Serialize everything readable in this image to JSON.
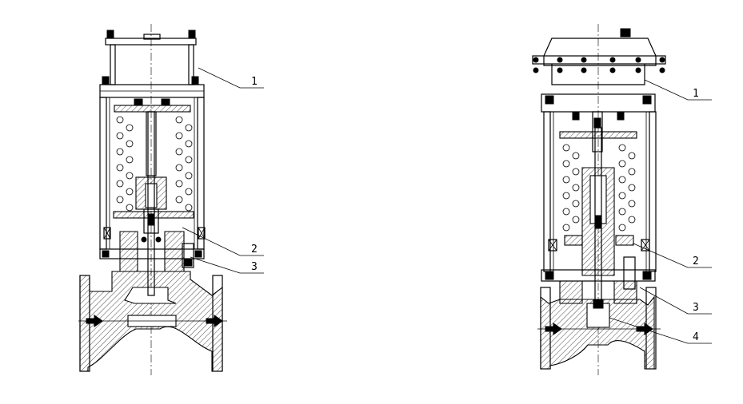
{
  "left_valve": {
    "callouts": [
      "1",
      "2",
      "3"
    ]
  },
  "right_valve": {
    "callouts": [
      "1",
      "2",
      "3",
      "4"
    ]
  }
}
